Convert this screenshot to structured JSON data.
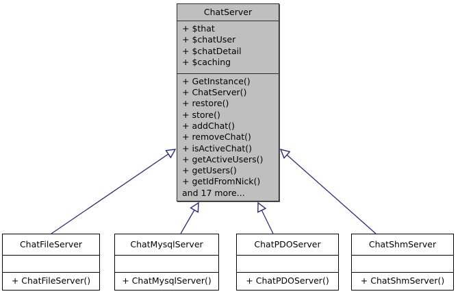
{
  "diagram": {
    "kind": "uml-inheritance-diagram",
    "background_color": "#ffffff",
    "root_fill_color": "#bfbfbf",
    "leaf_fill_color": "#ffffff",
    "border_color": "#000000",
    "edge_color": "#2a2a7a"
  },
  "root_class": {
    "name": "ChatServer",
    "attributes": [
      "+ $that",
      "+ $chatUser",
      "+ $chatDetail",
      "+ $caching"
    ],
    "operations": [
      "+ GetInstance()",
      "+ ChatServer()",
      "+ restore()",
      "+ store()",
      "+ addChat()",
      "+ removeChat()",
      "+ isActiveChat()",
      "+ getActiveUsers()",
      "+ getUsers()",
      "+ getIdFromNick()"
    ],
    "overflow_note": "and 17 more..."
  },
  "subclasses": [
    {
      "name": "ChatFileServer",
      "attributes": [],
      "operations": [
        "+ ChatFileServer()"
      ]
    },
    {
      "name": "ChatMysqlServer",
      "attributes": [],
      "operations": [
        "+ ChatMysqlServer()"
      ]
    },
    {
      "name": "ChatPDOServer",
      "attributes": [],
      "operations": [
        "+ ChatPDOServer()"
      ]
    },
    {
      "name": "ChatShmServer",
      "attributes": [],
      "operations": [
        "+ ChatShmServer()"
      ]
    }
  ],
  "edges": [
    {
      "from": "ChatFileServer",
      "to": "ChatServer",
      "type": "generalization"
    },
    {
      "from": "ChatMysqlServer",
      "to": "ChatServer",
      "type": "generalization"
    },
    {
      "from": "ChatPDOServer",
      "to": "ChatServer",
      "type": "generalization"
    },
    {
      "from": "ChatShmServer",
      "to": "ChatServer",
      "type": "generalization"
    }
  ]
}
